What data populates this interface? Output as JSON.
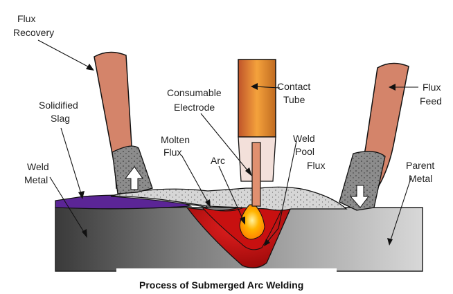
{
  "diagram": {
    "labels": {
      "flux_recovery_1": "Flux",
      "flux_recovery_2": "Recovery",
      "consumable_electrode_1": "Consumable",
      "consumable_electrode_2": "Electrode",
      "contact_tube_1": "Contact",
      "contact_tube_2": "Tube",
      "flux_feed_1": "Flux",
      "flux_feed_2": "Feed",
      "solidified_slag_1": "Solidified",
      "solidified_slag_2": "Slag",
      "molten_flux_1": "Molten",
      "molten_flux_2": "Flux",
      "arc": "Arc",
      "weld_pool_1": "Weld",
      "weld_pool_2": "Pool",
      "flux": "Flux",
      "weld_metal_1": "Weld",
      "weld_metal_2": "Metal",
      "parent_metal_1": "Parent",
      "parent_metal_2": "Metal"
    },
    "caption": "Process of Submerged Arc Welding"
  },
  "colors": {
    "tube": "#d4846a",
    "contact_tube": "#f0a020",
    "electrode_wire": "#e0a070",
    "flux_powder": "#d4d4d4",
    "slag": "#5b2596",
    "parent_metal": "#8a8a8a",
    "molten_pool": "#c81010",
    "arc": "#ffc200"
  }
}
